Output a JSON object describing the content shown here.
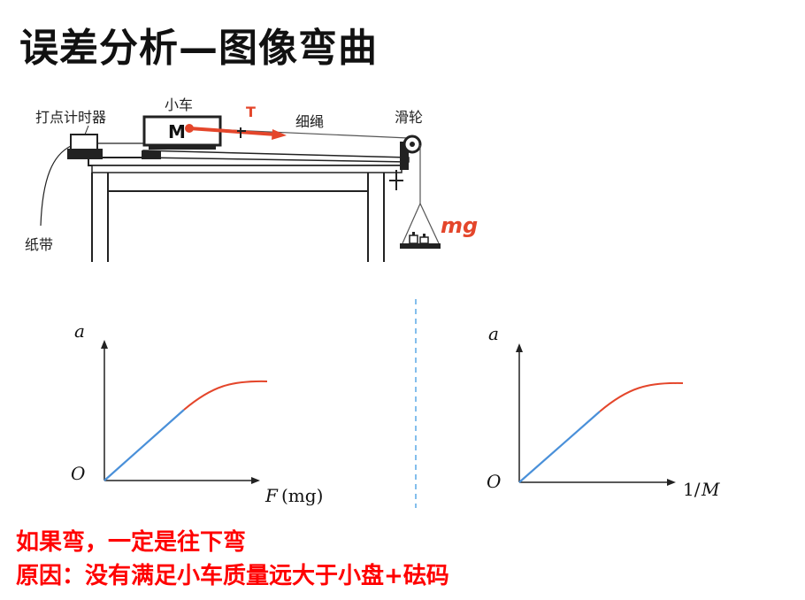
{
  "title": "误差分析—图像弯曲",
  "apparatus": {
    "timer_label": "打点计时器",
    "cart_label": "小车",
    "cart_mass": "M",
    "tension": "T",
    "rope_label": "细绳",
    "pulley_label": "滑轮",
    "tape_label": "纸带",
    "weight_label": "mg"
  },
  "graph_left": {
    "y_label": "a",
    "origin": "O",
    "x_label_var": "F",
    "x_label_unit": "(mg)"
  },
  "graph_right": {
    "y_label": "a",
    "origin": "O",
    "x_label_num": "1/",
    "x_label_var": "M"
  },
  "notes": {
    "line1": "如果弯，一定是往下弯",
    "line2": "原因：没有满足小车质量远大于小盘+砝码"
  },
  "colors": {
    "linear": "#4a90d9",
    "curve": "#e4462b",
    "note": "#ff0000",
    "divider": "#5aa9e6"
  }
}
